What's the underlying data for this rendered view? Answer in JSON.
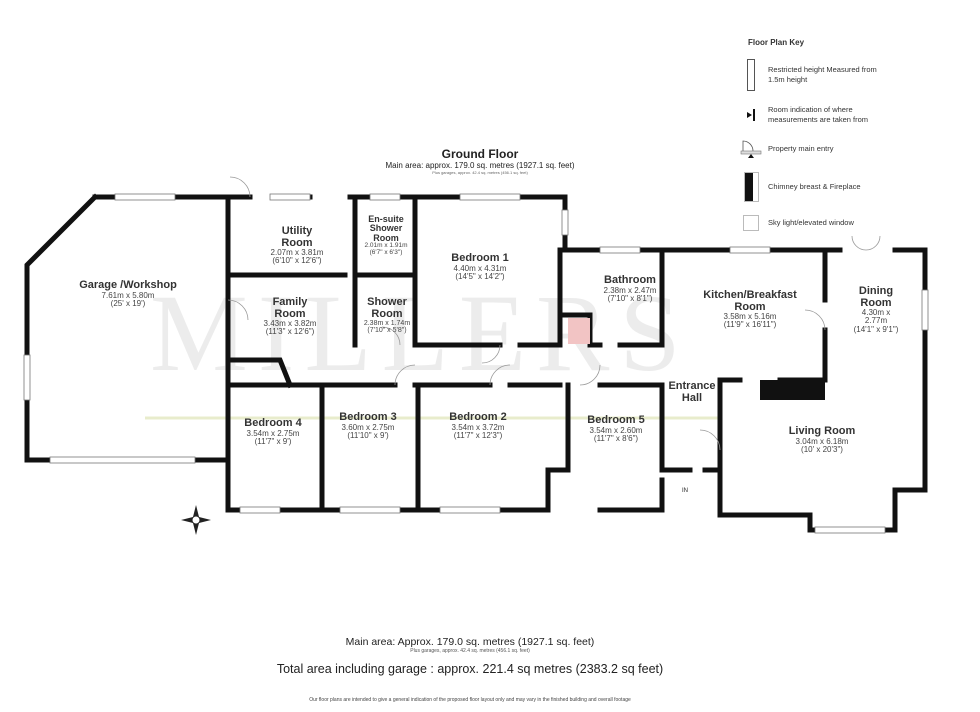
{
  "key": {
    "title": "Floor Plan Key",
    "items": [
      {
        "icon": "restricted-height-icon",
        "text": "Restricted height Measured from 1.5m height"
      },
      {
        "icon": "measurement-marker-icon",
        "text": "Room indication of where measurements are taken from"
      },
      {
        "icon": "main-entry-icon",
        "text": "Property main entry"
      },
      {
        "icon": "chimney-icon",
        "text": "Chimney breast & Fireplace"
      },
      {
        "icon": "skylight-icon",
        "text": "Sky light/elevated window"
      }
    ]
  },
  "header": {
    "title": "Ground Floor",
    "main_area": "Main area: approx. 179.0 sq. metres (1927.1 sq. feet)",
    "garages": "Plus garages, approx. 42.4 sq. metres (456.1 sq. feet)"
  },
  "watermark": "MILLERS",
  "entry_label": "IN",
  "rooms": [
    {
      "name": "Garage /Workshop",
      "metric": "7.61m x 5.80m",
      "imperial": "(25' x 19')"
    },
    {
      "name": "Utility Room",
      "metric": "2.07m x 3.81m",
      "imperial": "(6'10\" x 12'6\")"
    },
    {
      "name": "En-suite Shower Room",
      "metric": "2.01m x 1.91m",
      "imperial": "(6'7\" x 6'3\")"
    },
    {
      "name": "Bedroom 1",
      "metric": "4.40m x 4.31m",
      "imperial": "(14'5\" x 14'2\")"
    },
    {
      "name": "Family Room",
      "metric": "3.43m x 3.82m",
      "imperial": "(11'3\" x 12'6\")"
    },
    {
      "name": "Shower Room",
      "metric": "2.38m x 1.74m",
      "imperial": "(7'10\" x 5'8\")"
    },
    {
      "name": "Bathroom",
      "metric": "2.38m x 2.47m",
      "imperial": "(7'10\" x 8'1\")"
    },
    {
      "name": "Kitchen/Breakfast Room",
      "metric": "3.58m x 5.16m",
      "imperial": "(11'9\" x 16'11\")"
    },
    {
      "name": "Dining Room",
      "metric": "4.30m x 2.77m",
      "imperial": "(14'1\" x 9'1\")"
    },
    {
      "name": "Bedroom 4",
      "metric": "3.54m x 2.75m",
      "imperial": "(11'7\" x 9')"
    },
    {
      "name": "Bedroom 3",
      "metric": "3.60m x 2.75m",
      "imperial": "(11'10\" x 9')"
    },
    {
      "name": "Bedroom 2",
      "metric": "3.54m x 3.72m",
      "imperial": "(11'7\" x 12'3\")"
    },
    {
      "name": "Bedroom 5",
      "metric": "3.54m x 2.60m",
      "imperial": "(11'7\" x 8'6\")"
    },
    {
      "name": "Entrance Hall",
      "metric": "",
      "imperial": ""
    },
    {
      "name": "Living Room",
      "metric": "3.04m x 6.18m",
      "imperial": "(10' x 20'3\")"
    }
  ],
  "footer": {
    "main_area": "Main area: Approx. 179.0 sq. metres (1927.1 sq. feet)",
    "garages": "Plus garages, approx. 42.4 sq. metres (456.1 sq. feet)",
    "total": "Total area including garage : approx. 221.4 sq metres (2383.2 sq feet)",
    "disclaimer": "Our floor plans are intended to give a general indication of the proposed floor layout only and may vary  in the finished building and overall footage"
  }
}
